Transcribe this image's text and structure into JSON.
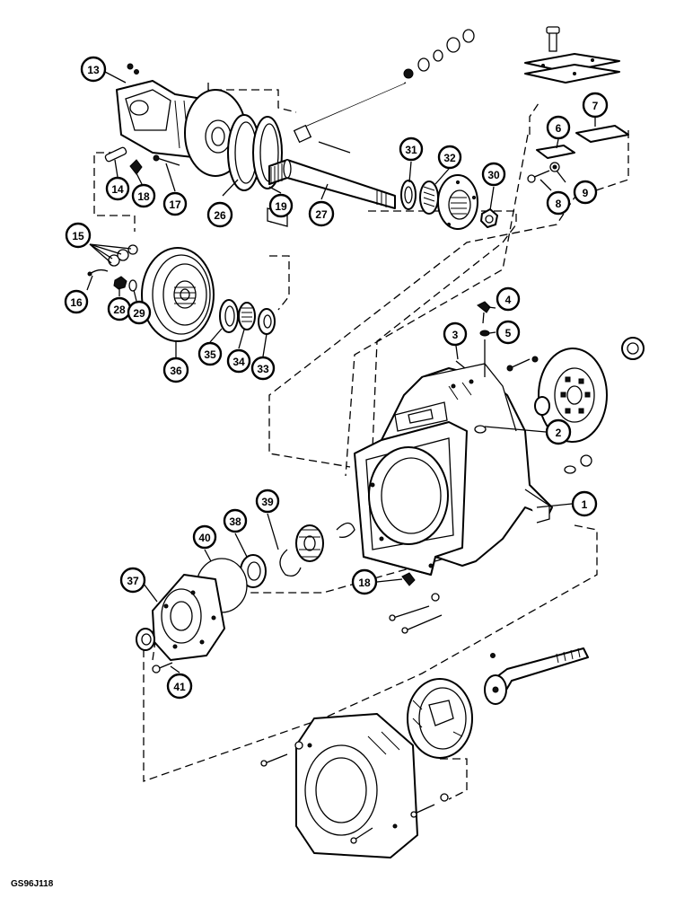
{
  "figure_code": "GS96J118",
  "callouts": [
    {
      "id": "1",
      "label": "1"
    },
    {
      "id": "2",
      "label": "2"
    },
    {
      "id": "3",
      "label": "3"
    },
    {
      "id": "4",
      "label": "4"
    },
    {
      "id": "5",
      "label": "5"
    },
    {
      "id": "6",
      "label": "6"
    },
    {
      "id": "7",
      "label": "7"
    },
    {
      "id": "8",
      "label": "8"
    },
    {
      "id": "9",
      "label": "9"
    },
    {
      "id": "13",
      "label": "13"
    },
    {
      "id": "14",
      "label": "14"
    },
    {
      "id": "15",
      "label": "15"
    },
    {
      "id": "16",
      "label": "16"
    },
    {
      "id": "17",
      "label": "17"
    },
    {
      "id": "18a",
      "label": "18"
    },
    {
      "id": "18b",
      "label": "18"
    },
    {
      "id": "19",
      "label": "19"
    },
    {
      "id": "26",
      "label": "26"
    },
    {
      "id": "27",
      "label": "27"
    },
    {
      "id": "28",
      "label": "28"
    },
    {
      "id": "29",
      "label": "29"
    },
    {
      "id": "30",
      "label": "30"
    },
    {
      "id": "31",
      "label": "31"
    },
    {
      "id": "32",
      "label": "32"
    },
    {
      "id": "33",
      "label": "33"
    },
    {
      "id": "34",
      "label": "34"
    },
    {
      "id": "35",
      "label": "35"
    },
    {
      "id": "36",
      "label": "36"
    },
    {
      "id": "37",
      "label": "37"
    },
    {
      "id": "38",
      "label": "38"
    },
    {
      "id": "39",
      "label": "39"
    },
    {
      "id": "40",
      "label": "40"
    },
    {
      "id": "41",
      "label": "41"
    }
  ]
}
